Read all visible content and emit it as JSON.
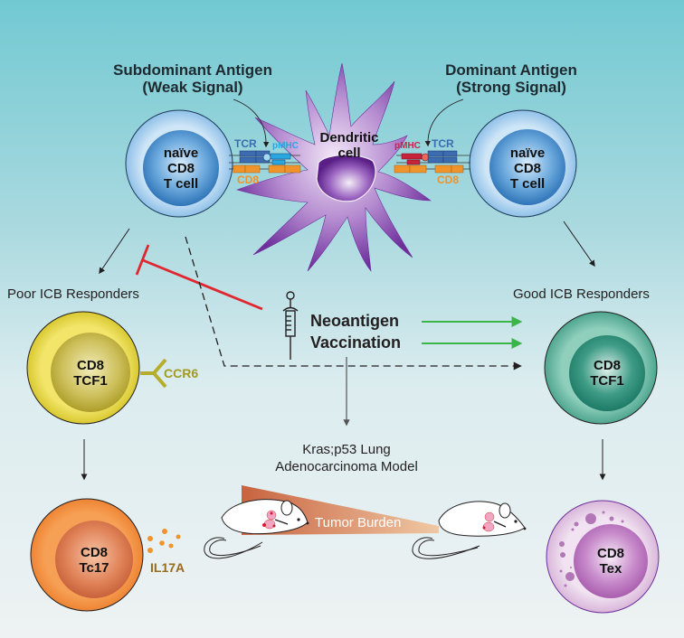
{
  "title_left": {
    "line1": "Subdominant Antigen",
    "line2": "(Weak Signal)"
  },
  "title_right": {
    "line1": "Dominant Antigen",
    "line2": "(Strong Signal)"
  },
  "dendritic_cell": {
    "line1": "Dendritic",
    "line2": "cell"
  },
  "naive_left": {
    "line1": "naïve",
    "line2": "CD8",
    "line3": "T cell"
  },
  "naive_right": {
    "line1": "naïve",
    "line2": "CD8",
    "line3": "T cell"
  },
  "synapse_left": {
    "tcr": "TCR",
    "pmhc": "pMHC",
    "cd8": "CD8"
  },
  "synapse_right": {
    "tcr": "TCR",
    "pmhc": "pMHC",
    "cd8": "CD8"
  },
  "poor_responders": "Poor ICB Responders",
  "good_responders": "Good ICB Responders",
  "poor_cell": {
    "line1": "CD8",
    "line2": "TCF1",
    "receptor": "CCR6"
  },
  "good_cell": {
    "line1": "CD8",
    "line2": "TCF1"
  },
  "vaccination": {
    "line1": "Neoantigen",
    "line2": "Vaccination"
  },
  "model": {
    "line1": "Kras;p53 Lung",
    "line2": "Adenocarcinoma Model"
  },
  "tumor_burden": "Tumor Burden",
  "tc17_cell": {
    "line1": "CD8",
    "line2": "Tc17",
    "cytokine": "IL17A"
  },
  "tex_cell": {
    "line1": "CD8",
    "line2": "Tex"
  },
  "colors": {
    "inhibit": "#e0262e",
    "promote": "#3bb54a",
    "tcr": "#3c6bb0",
    "pmhc_weak": "#29a8df",
    "pmhc_strong": "#c8234a",
    "cd8": "#f0932b",
    "ccr6": "#b5ad2b",
    "il17a": "#9a6a1e"
  }
}
